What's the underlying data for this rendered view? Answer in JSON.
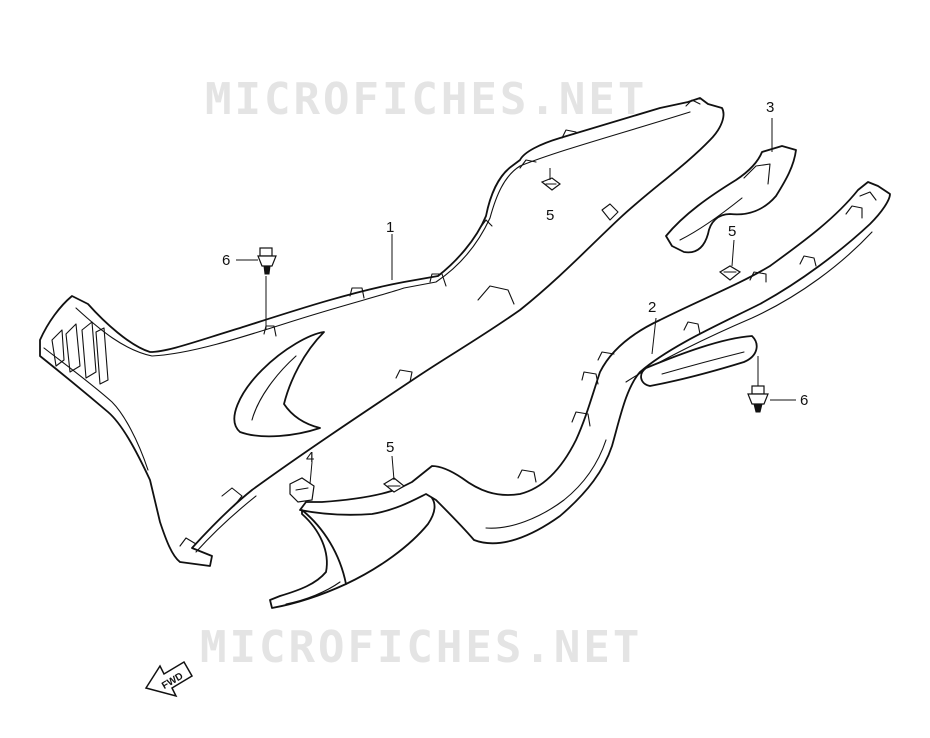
{
  "watermark": {
    "top": "MICROFICHES.NET",
    "bottom": "MICROFICHES.NET"
  },
  "callouts": {
    "c1": "1",
    "c2": "2",
    "c3": "3",
    "c4": "4",
    "c5a": "5",
    "c5b": "5",
    "c5c": "5",
    "c6a": "6",
    "c6b": "6"
  },
  "fwd_label": "FWD"
}
